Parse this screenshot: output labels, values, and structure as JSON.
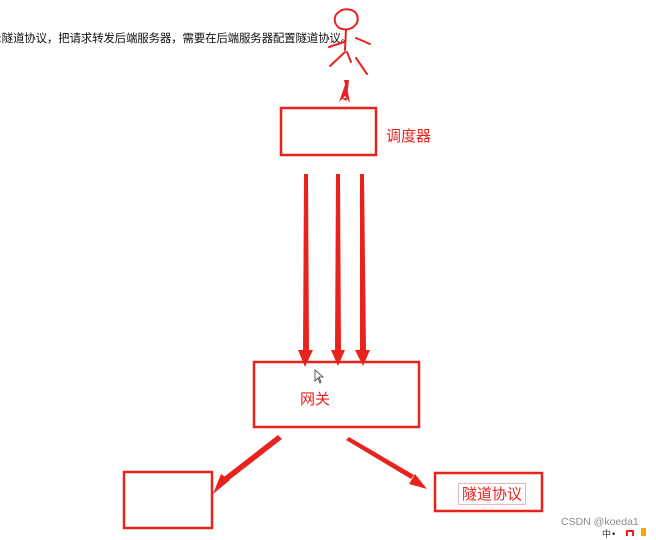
{
  "header_text": ":隧道协议，把请求转发后端服务器，需要在后端服务器配置隧道协议。",
  "nodes": {
    "scheduler_label": "调度器",
    "gateway_label": "网关",
    "tunnel_label": "隧道协议"
  },
  "watermark": "CSDN @koeda1",
  "corner_text": "中•",
  "colors": {
    "annotation_red": "#e8231e"
  }
}
